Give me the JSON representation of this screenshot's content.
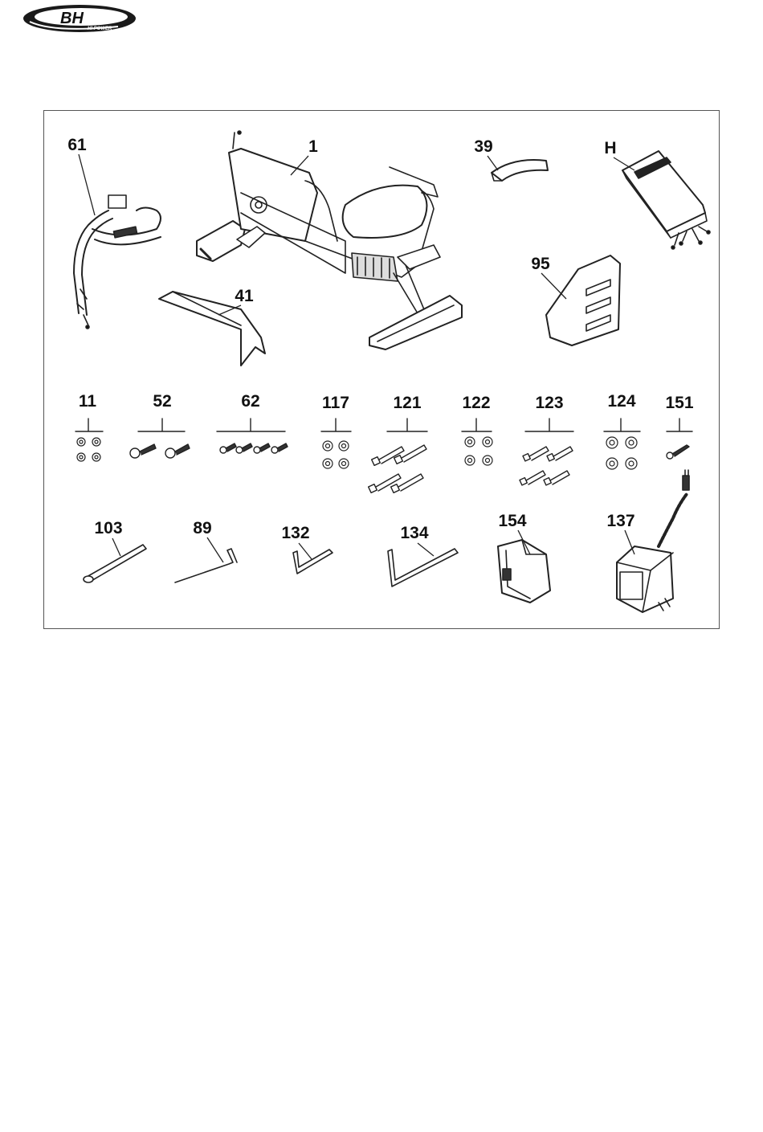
{
  "logo": {
    "brand": "BH",
    "tagline": "HI POWER"
  },
  "parts": {
    "p61": "61",
    "p1": "1",
    "p39": "39",
    "pH": "H",
    "p95": "95",
    "p41": "41",
    "p11": "11",
    "p52": "52",
    "p62": "62",
    "p117": "117",
    "p121": "121",
    "p122": "122",
    "p123": "123",
    "p124": "124",
    "p151": "151",
    "p103": "103",
    "p89": "89",
    "p132": "132",
    "p134": "134",
    "p154": "154",
    "p137": "137"
  }
}
